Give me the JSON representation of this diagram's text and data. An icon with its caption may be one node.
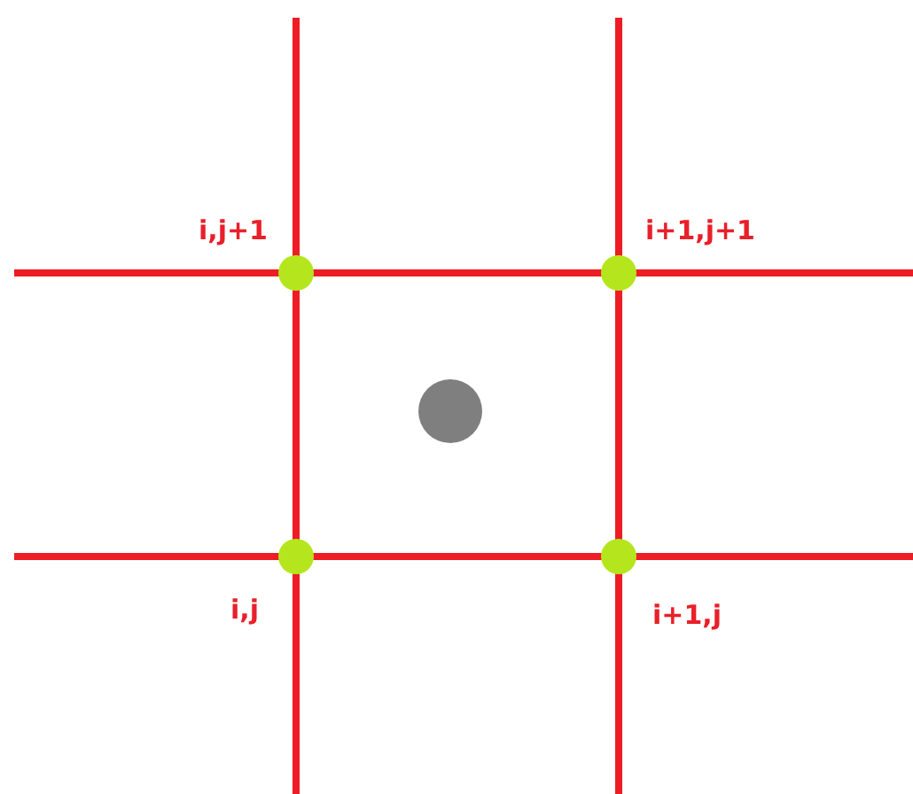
{
  "diagram": {
    "labels": [
      "i,j+1",
      "i+1,j+1",
      "i,j",
      "i+1,j"
    ]
  }
}
